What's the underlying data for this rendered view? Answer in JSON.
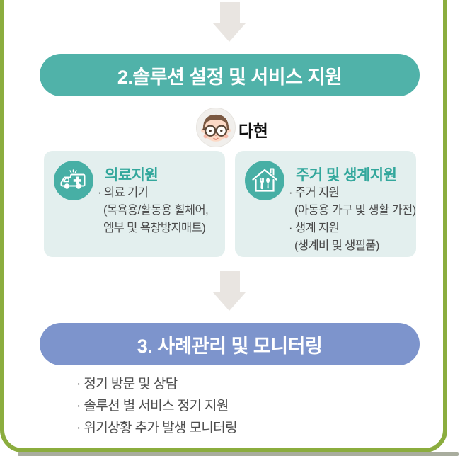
{
  "colors": {
    "frame_green": "#8bad3e",
    "teal_banner": "#50b2a9",
    "teal_icon": "#47afa5",
    "teal_title": "#33a79c",
    "card_bg": "#e3efee",
    "blue_banner": "#7d94cc",
    "arrow_gray": "#e9e5e1",
    "body_text": "#4a4a4a"
  },
  "step2": {
    "banner": {
      "label": "2.솔루션 설정 및 서비스 지원"
    },
    "person": {
      "name": "다현",
      "avatar_icon": "child-avatar"
    },
    "cards": [
      {
        "icon": "ambulance-icon",
        "title": "의료지원",
        "lines": [
          "· 의료 기기",
          "(목욕용/활동용 휠체어,",
          "엠부 및 욕창방지매트)"
        ]
      },
      {
        "icon": "house-utensils-icon",
        "title": "주거 및 생계지원",
        "lines": [
          "· 주거 지원",
          "(아동용 가구 및 생활 가전)",
          "· 생계 지원",
          "(생계비 및 생필품)"
        ]
      }
    ]
  },
  "step3": {
    "banner": {
      "label": "3. 사례관리 및 모니터링"
    },
    "bullets": [
      "· 정기 방문 및 상담",
      "· 솔루션 별 서비스 정기 지원",
      "· 위기상황 추가 발생 모니터링"
    ]
  }
}
